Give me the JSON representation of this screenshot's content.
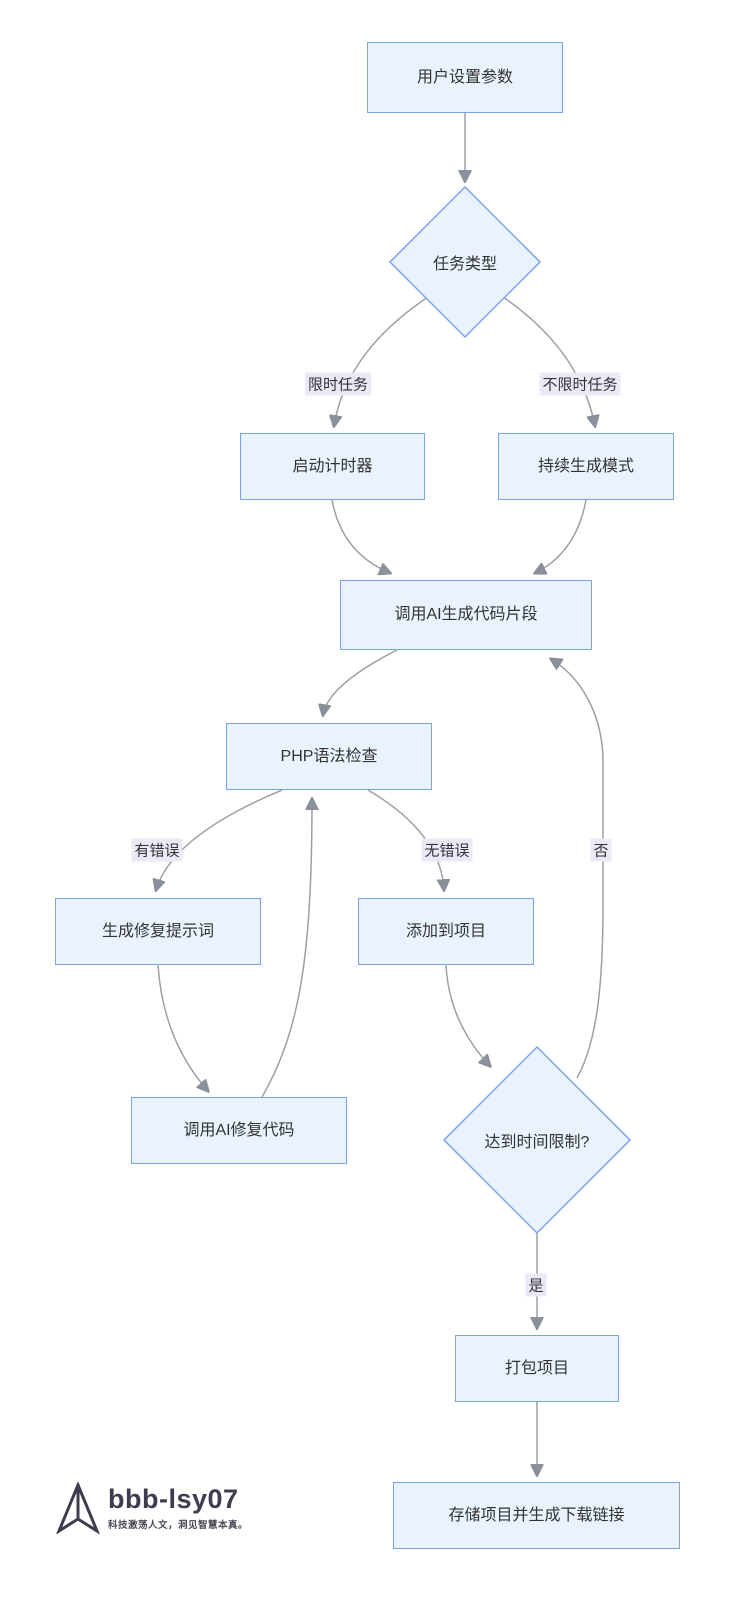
{
  "palette": {
    "node_fill": "#e8f3fd",
    "node_border": "#7da2ec",
    "edge_color": "#9aa0a8",
    "arrow_color": "#8a919b",
    "edge_label_bg": "#ece9f7",
    "text_color": "#333333",
    "logo_color": "#3d3d4f",
    "background": "#ffffff"
  },
  "flowchart": {
    "nodes": {
      "set_params": {
        "type": "rect",
        "label": "用户设置参数"
      },
      "task_type": {
        "type": "diamond",
        "label": "任务类型"
      },
      "start_timer": {
        "type": "rect",
        "label": "启动计时器"
      },
      "continuous_mode": {
        "type": "rect",
        "label": "持续生成模式"
      },
      "generate_code": {
        "type": "rect",
        "label": "调用AI生成代码片段"
      },
      "php_check": {
        "type": "rect",
        "label": "PHP语法检查"
      },
      "fix_prompt": {
        "type": "rect",
        "label": "生成修复提示词"
      },
      "add_to_project": {
        "type": "rect",
        "label": "添加到项目"
      },
      "fix_code": {
        "type": "rect",
        "label": "调用AI修复代码"
      },
      "time_limit": {
        "type": "diamond",
        "label": "达到时间限制?"
      },
      "package": {
        "type": "rect",
        "label": "打包项目"
      },
      "store": {
        "type": "rect",
        "label": "存储项目并生成下载链接"
      }
    },
    "edge_labels": {
      "timed": "限时任务",
      "untimed": "不限时任务",
      "has_error": "有错误",
      "no_error": "无错误",
      "no": "否",
      "yes": "是"
    },
    "edges": [
      {
        "from": "set_params",
        "to": "task_type",
        "label": ""
      },
      {
        "from": "task_type",
        "to": "start_timer",
        "label": "限时任务"
      },
      {
        "from": "task_type",
        "to": "continuous_mode",
        "label": "不限时任务"
      },
      {
        "from": "start_timer",
        "to": "generate_code",
        "label": ""
      },
      {
        "from": "continuous_mode",
        "to": "generate_code",
        "label": ""
      },
      {
        "from": "generate_code",
        "to": "php_check",
        "label": ""
      },
      {
        "from": "php_check",
        "to": "fix_prompt",
        "label": "有错误"
      },
      {
        "from": "php_check",
        "to": "add_to_project",
        "label": "无错误"
      },
      {
        "from": "fix_prompt",
        "to": "fix_code",
        "label": ""
      },
      {
        "from": "fix_code",
        "to": "php_check",
        "label": ""
      },
      {
        "from": "add_to_project",
        "to": "time_limit",
        "label": ""
      },
      {
        "from": "time_limit",
        "to": "generate_code",
        "label": "否"
      },
      {
        "from": "time_limit",
        "to": "package",
        "label": "是"
      },
      {
        "from": "package",
        "to": "store",
        "label": ""
      }
    ]
  },
  "logo": {
    "name": "bbb-lsy07",
    "tagline": "科技激荡人文，洞见智慧本真。"
  }
}
